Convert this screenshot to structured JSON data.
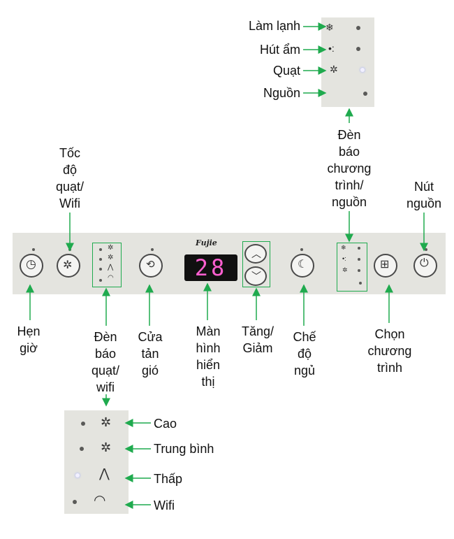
{
  "labels": {
    "lam_lanh": "Làm lạnh",
    "hut_am": "Hút ẩm",
    "quat": "Quạt",
    "nguon": "Nguồn",
    "den_bao_chuong_trinh": [
      "Đèn",
      "báo",
      "chương",
      "trình/",
      "nguồn"
    ],
    "toc_do_quat": [
      "Tốc",
      "độ",
      "quạt/",
      "Wifi"
    ],
    "nut_nguon": [
      "Nút",
      "nguồn"
    ],
    "hen_gio": [
      "Hẹn",
      "giờ"
    ],
    "den_bao_quat": [
      "Đèn",
      "báo",
      "quạt/",
      "wifi"
    ],
    "cua_tan_gio": [
      "Cửa",
      "tản",
      "gió"
    ],
    "man_hinh": [
      "Màn",
      "hình",
      "hiển",
      "thị"
    ],
    "tang_giam": [
      "Tăng/",
      "Giảm"
    ],
    "che_do_ngu": [
      "Chế",
      "độ",
      "ngủ"
    ],
    "chon_chuong_trinh": [
      "Chọn",
      "chương",
      "trình"
    ],
    "cao": "Cao",
    "trung_binh": "Trung bình",
    "thap": "Thấp",
    "wifi": "Wifi"
  },
  "display": {
    "value": "28"
  },
  "brand": {
    "logo_text": "Fujie"
  },
  "colors": {
    "accent": "#1faa4e",
    "panel": "#e4e4df",
    "display": "#ff5fd0"
  }
}
